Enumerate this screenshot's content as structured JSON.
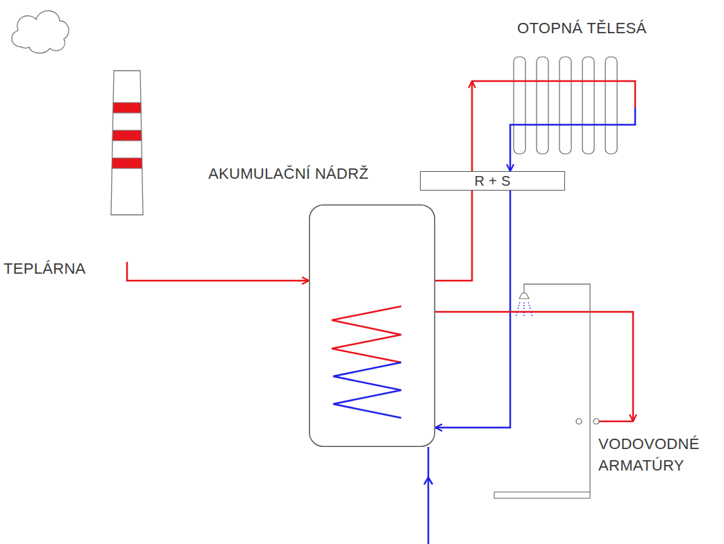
{
  "diagram": {
    "nodes": [
      {
        "text": [
          "TEPLÁRNA"
        ]
      },
      {
        "text": [
          "OTOPNÁ TĚLESÁ"
        ]
      },
      {
        "text": [
          "AKUMULAČNÍ NÁDRŽ"
        ]
      },
      {
        "text": [
          "R + S"
        ]
      },
      {
        "text": [
          "VODOVODNÉ ARMATÚRY"
        ]
      }
    ],
    "edges": [
      {
        "from": 0,
        "to": 2,
        "arrow": "to"
      },
      {
        "from": 2,
        "to": 1,
        "arrow": "to"
      },
      {
        "from": 1,
        "to": 3,
        "arrow": "to"
      },
      {
        "from": 3,
        "to": 2,
        "arrow": "to"
      },
      {
        "from": 2,
        "to": 4,
        "arrow": "to"
      }
    ]
  }
}
